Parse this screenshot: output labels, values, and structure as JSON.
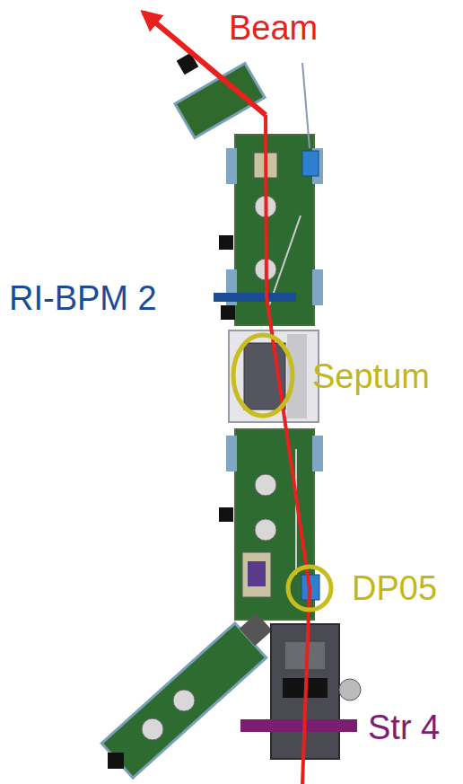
{
  "diagram": {
    "labels": [
      "Beam",
      "RI-BPM 2",
      "Septum",
      "DP05",
      "Str 4"
    ]
  }
}
